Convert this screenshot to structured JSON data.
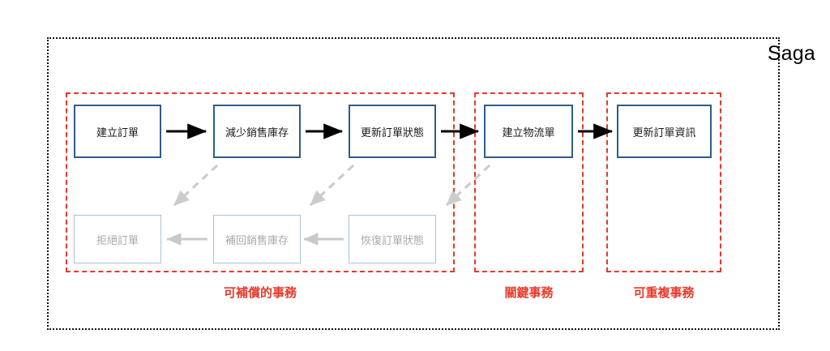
{
  "diagram": {
    "title": "Saga",
    "outer_border_style": "dotted",
    "accent_group_color": "#e8392a",
    "primary_node_color": "#2e5c8a",
    "compensating_node_color": "#a8c2da",
    "compensating_text_color": "#a9a9a9",
    "arrow_color": "#000000",
    "compensating_arrow_color": "#c9c9c9"
  },
  "groups": [
    {
      "id": "compensable",
      "label": "可補償的事務"
    },
    {
      "id": "critical",
      "label": "關鍵事務"
    },
    {
      "id": "repeatable",
      "label": "可重複事務"
    }
  ],
  "steps": {
    "create_order": "建立訂單",
    "reduce_stock": "減少銷售庫存",
    "update_status": "更新訂單狀態",
    "create_shipping": "建立物流單",
    "update_info": "更新訂單資訊"
  },
  "compensating_steps": {
    "reject_order": "拒絕訂單",
    "restore_stock": "補回銷售庫存",
    "revert_status": "恢復訂單狀態"
  }
}
